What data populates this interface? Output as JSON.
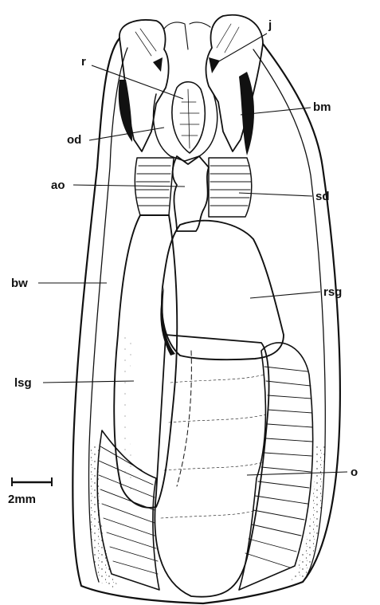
{
  "figure": {
    "labels": {
      "j": "j",
      "r": "r",
      "bm": "bm",
      "od": "od",
      "ao": "ao",
      "sd": "sd",
      "bw": "bw",
      "rsg": "rsg",
      "lsg": "lsg",
      "o": "o"
    },
    "scale_bar": {
      "text": "2mm"
    }
  }
}
